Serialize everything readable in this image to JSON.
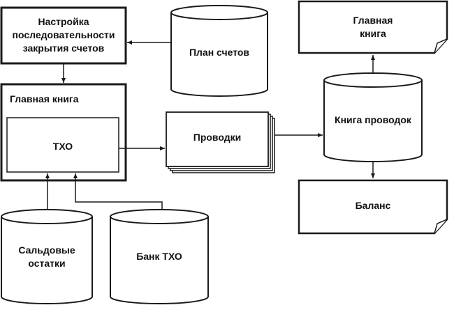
{
  "nodes": {
    "settings": "Настройка\nпоследовательности\nзакрытия счетов",
    "chart_of_accounts": "План счетов",
    "general_ledger": "Главная книга",
    "tho": "ТХО",
    "entries": "Проводки",
    "journal": "Книга проводок",
    "general_ledger_doc": "Главная\nкнига",
    "balance": "Баланс",
    "opening_balances": "Сальдовые\nостатки",
    "tho_bank": "Банк ТХО"
  },
  "colors": {
    "stroke": "#1a1a1a",
    "fill": "#ffffff"
  }
}
